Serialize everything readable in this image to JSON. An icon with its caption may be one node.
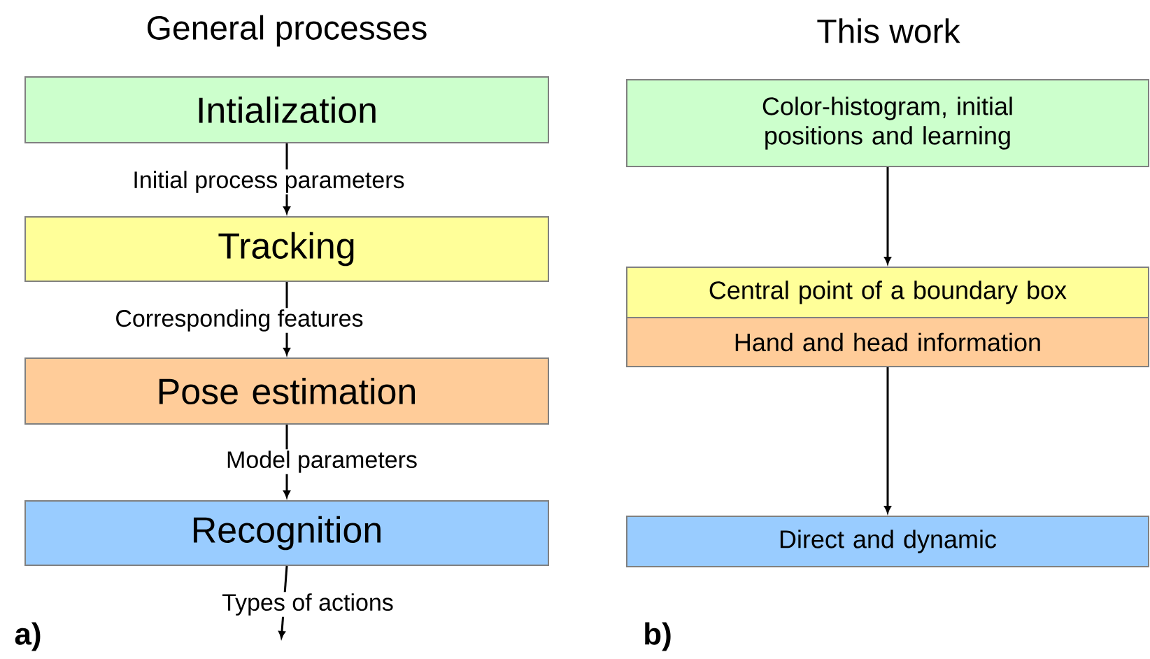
{
  "diagram": {
    "nodes": [
      {
        "text": [
          "Intialization"
        ]
      },
      {
        "text": [
          "Tracking"
        ]
      },
      {
        "text": [
          "Pose estimation"
        ]
      },
      {
        "text": [
          "Recognition"
        ]
      },
      {
        "text": [
          "Color-histogram, initial positions and learning"
        ]
      },
      {
        "text": [
          "Central point of a boundary box"
        ]
      },
      {
        "text": [
          "Hand and head information"
        ]
      },
      {
        "text": [
          "Direct and dynamic"
        ]
      }
    ],
    "edges": [
      {
        "from": 0,
        "to": 1,
        "arrow": "to",
        "label": "Initial process parameters"
      },
      {
        "from": 1,
        "to": 2,
        "arrow": "to",
        "label": "Corresponding features"
      },
      {
        "from": 2,
        "to": 3,
        "arrow": "to",
        "label": "Model parameters"
      },
      {
        "from": 3,
        "to": null,
        "arrow": "to",
        "label": "Types of actions"
      },
      {
        "from": 4,
        "to": 5,
        "arrow": "to"
      },
      {
        "from": 6,
        "to": 7,
        "arrow": "to"
      }
    ],
    "labels": [
      "General processes",
      "This work",
      "a)",
      "b)"
    ]
  }
}
